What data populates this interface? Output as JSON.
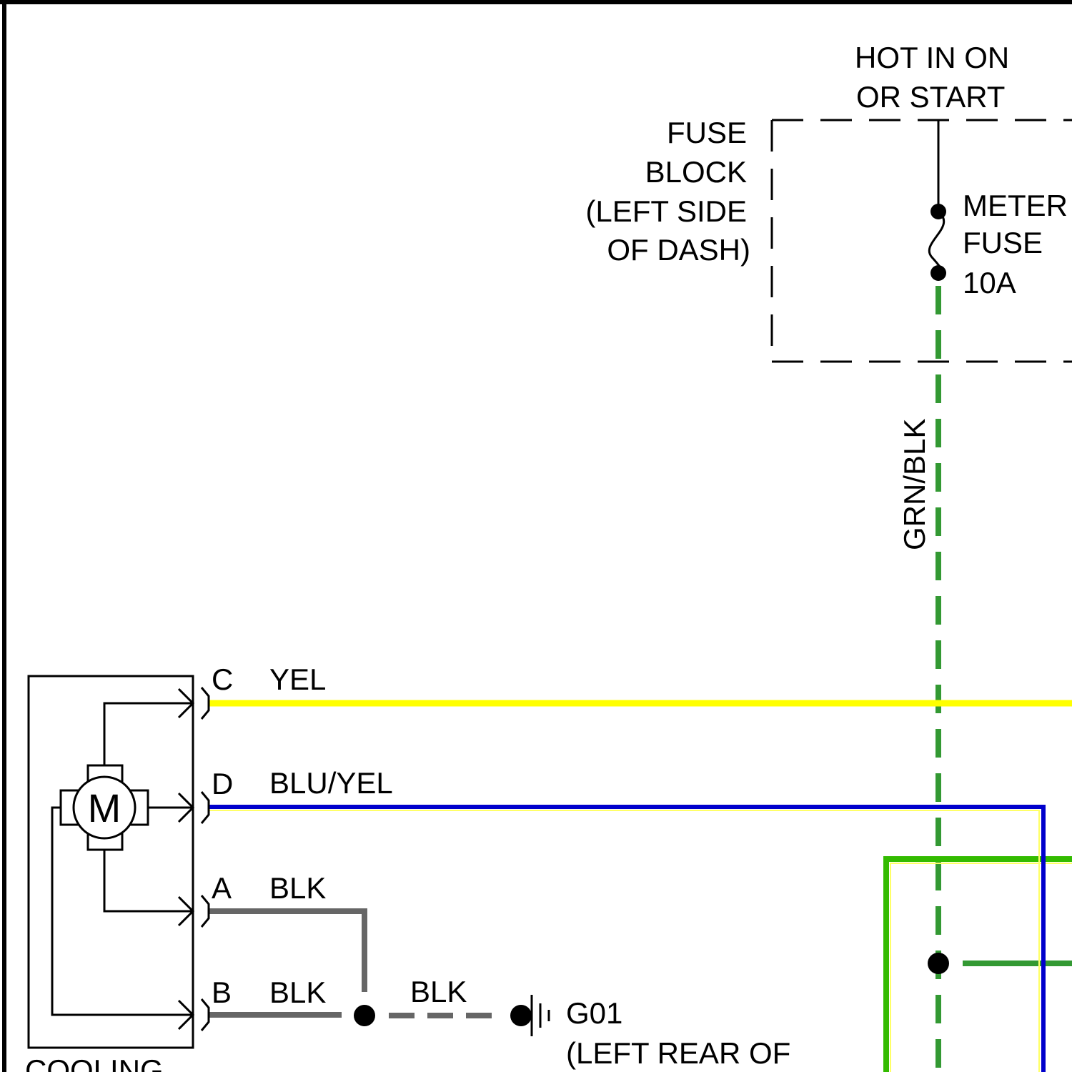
{
  "power_source": {
    "line1": "HOT IN ON",
    "line2": "OR START"
  },
  "fuse_block": {
    "line1": "FUSE",
    "line2": "BLOCK",
    "line3": "(LEFT SIDE",
    "line4": "OF DASH)"
  },
  "fuse": {
    "name_line1": "METER",
    "name_line2": "FUSE",
    "rating": "10A"
  },
  "wires": {
    "fuse_output": "GRN/BLK",
    "pin_c": "YEL",
    "pin_d": "BLU/YEL",
    "pin_a": "BLK",
    "pin_b": "BLK",
    "ground_lead": "BLK"
  },
  "pins": {
    "c": "C",
    "d": "D",
    "a": "A",
    "b": "B"
  },
  "motor": {
    "symbol": "M",
    "component_label": "COOLING"
  },
  "ground": {
    "id": "G01",
    "location": "(LEFT REAR OF"
  },
  "colors": {
    "yel": "#ffff00",
    "blu": "#0000cc",
    "grn": "#339933",
    "lime_grn": "#33bb00",
    "blk": "#666666",
    "wire_dark": "#000000"
  }
}
